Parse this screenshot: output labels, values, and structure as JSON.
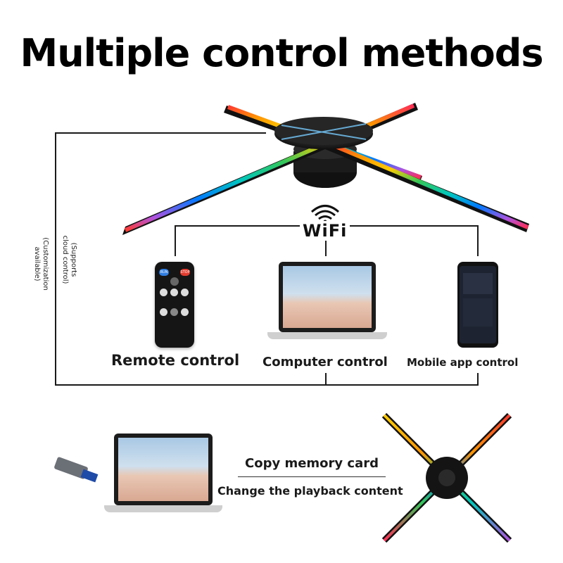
{
  "title": "Multiple control methods",
  "wifi_label": "WiFi",
  "side_notes": {
    "customization": "(Customization available)",
    "cloud": "(Supports cloud control)"
  },
  "methods": {
    "remote": "Remote control",
    "computer": "Computer control",
    "mobile": "Mobile app control"
  },
  "remote_buttons": {
    "run": "RUN",
    "stop": "STOP"
  },
  "memory": {
    "copy": "Copy memory card",
    "change": "Change the playback content"
  },
  "colors": {
    "accent": "#111111",
    "rainbow": [
      "#ff3b30",
      "#ff9500",
      "#ffcc00",
      "#34c759",
      "#00c7be",
      "#007aff",
      "#af52de",
      "#ff2d55"
    ]
  }
}
